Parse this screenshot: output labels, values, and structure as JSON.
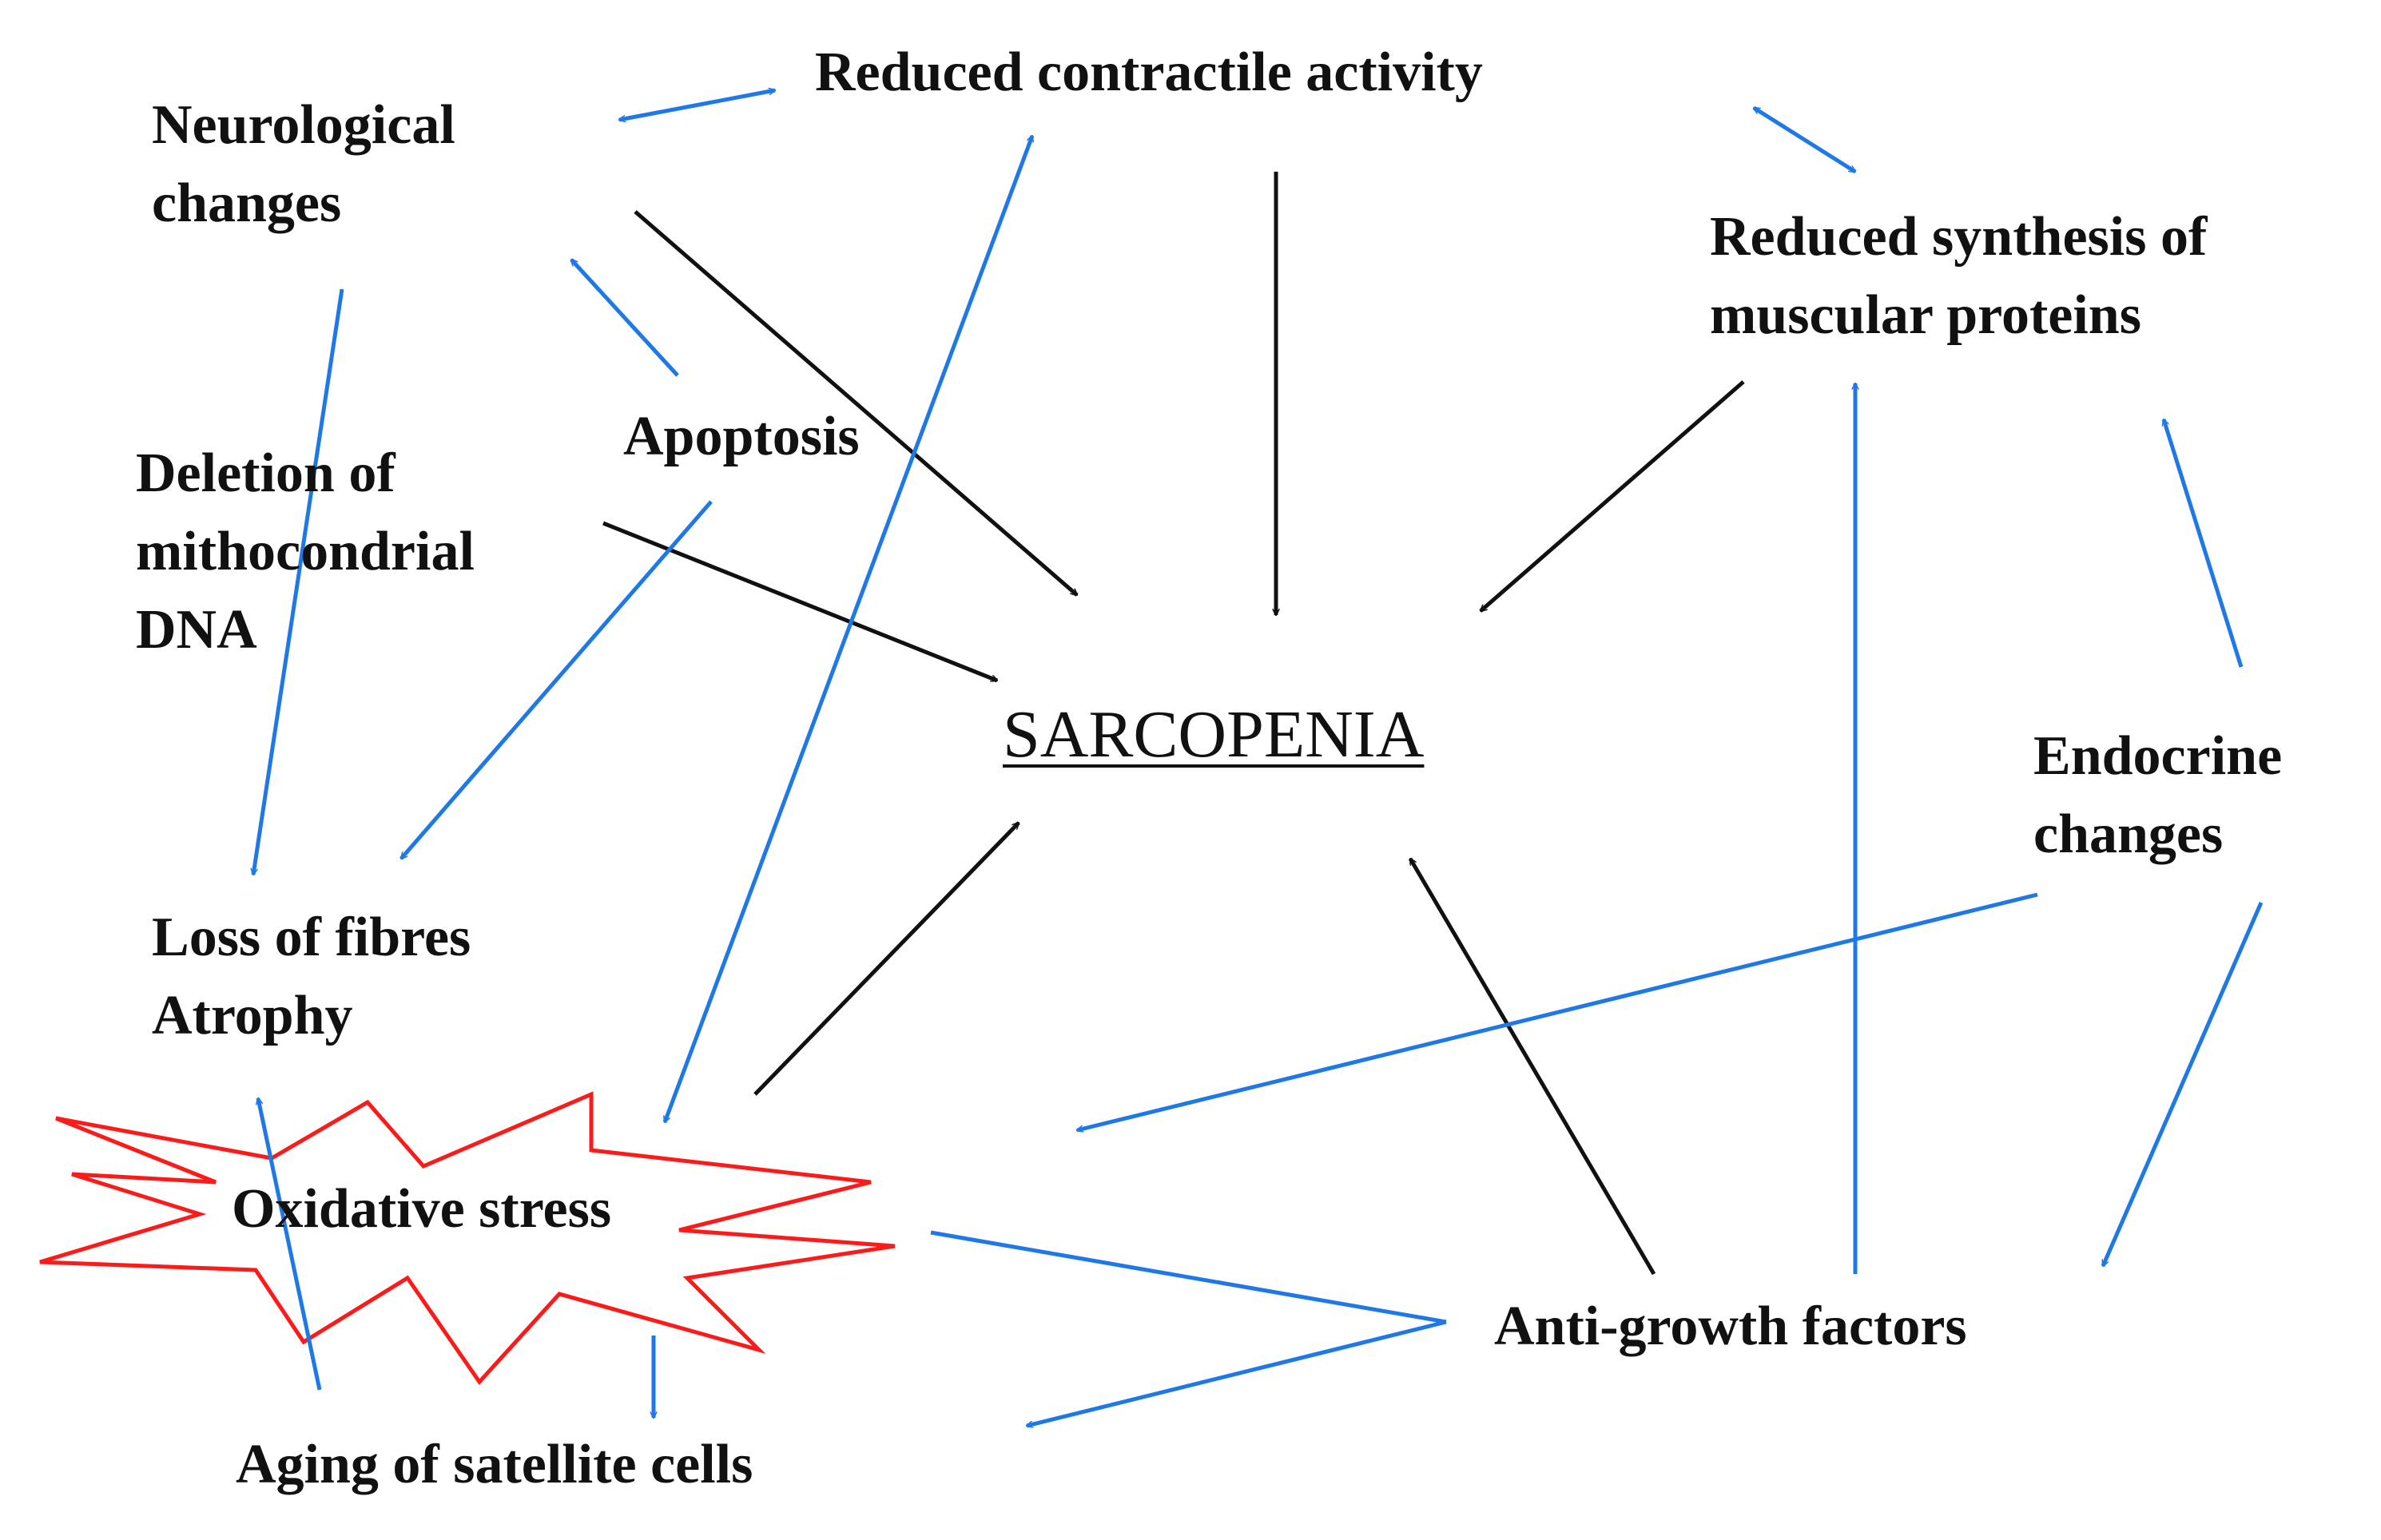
{
  "colors": {
    "causal": "#111111",
    "interaction": "#1f78e8",
    "burst": "#ff1a1a",
    "text": "#111111"
  },
  "nodes": {
    "center": "SARCOPENIA",
    "contractile": "Reduced contractile activity",
    "neurological": [
      "Neurological",
      "changes"
    ],
    "synthesis": [
      "Reduced synthesis of",
      "muscular proteins"
    ],
    "apoptosis": "Apoptosis",
    "deletion": [
      "Deletion of",
      "mithocondrial",
      "DNA"
    ],
    "endocrine": [
      "Endocrine",
      "changes"
    ],
    "loss": [
      "Loss of fibres",
      "Atrophy"
    ],
    "oxidative": "Oxidative stress",
    "antigrowth": "Anti-growth factors",
    "satellite": "Aging of satellite cells"
  }
}
